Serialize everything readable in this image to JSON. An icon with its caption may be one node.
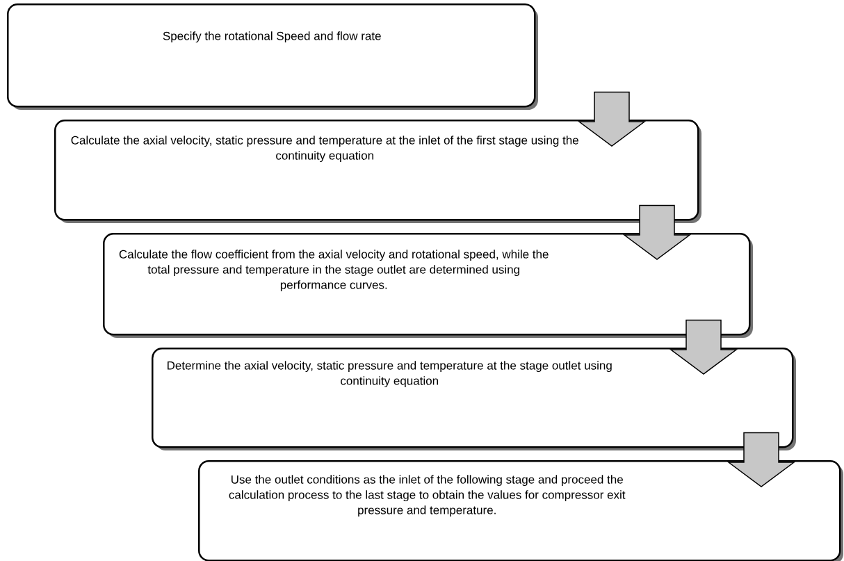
{
  "diagram": {
    "nodes": [
      {
        "text": [
          "Specify the rotational Speed and flow rate"
        ]
      },
      {
        "text": [
          "Calculate the axial velocity, static pressure and temperature at the inlet of the first stage using the continuity equation"
        ]
      },
      {
        "text": [
          "Calculate the flow coefficient from the axial velocity and rotational speed, while the total pressure and temperature in the stage outlet are determined using performance curves."
        ]
      },
      {
        "text": [
          "Determine the axial velocity, static pressure and temperature at the stage outlet using continuity equation"
        ]
      },
      {
        "text": [
          "Use the outlet conditions as the inlet of the following stage and proceed the calculation process to the last stage to obtain the values for compressor exit pressure and temperature."
        ]
      }
    ],
    "edges": [
      {
        "from": 0,
        "to": 1,
        "arrow": "to"
      },
      {
        "from": 1,
        "to": 2,
        "arrow": "to"
      },
      {
        "from": 2,
        "to": 3,
        "arrow": "to"
      },
      {
        "from": 3,
        "to": 4,
        "arrow": "to"
      }
    ]
  }
}
